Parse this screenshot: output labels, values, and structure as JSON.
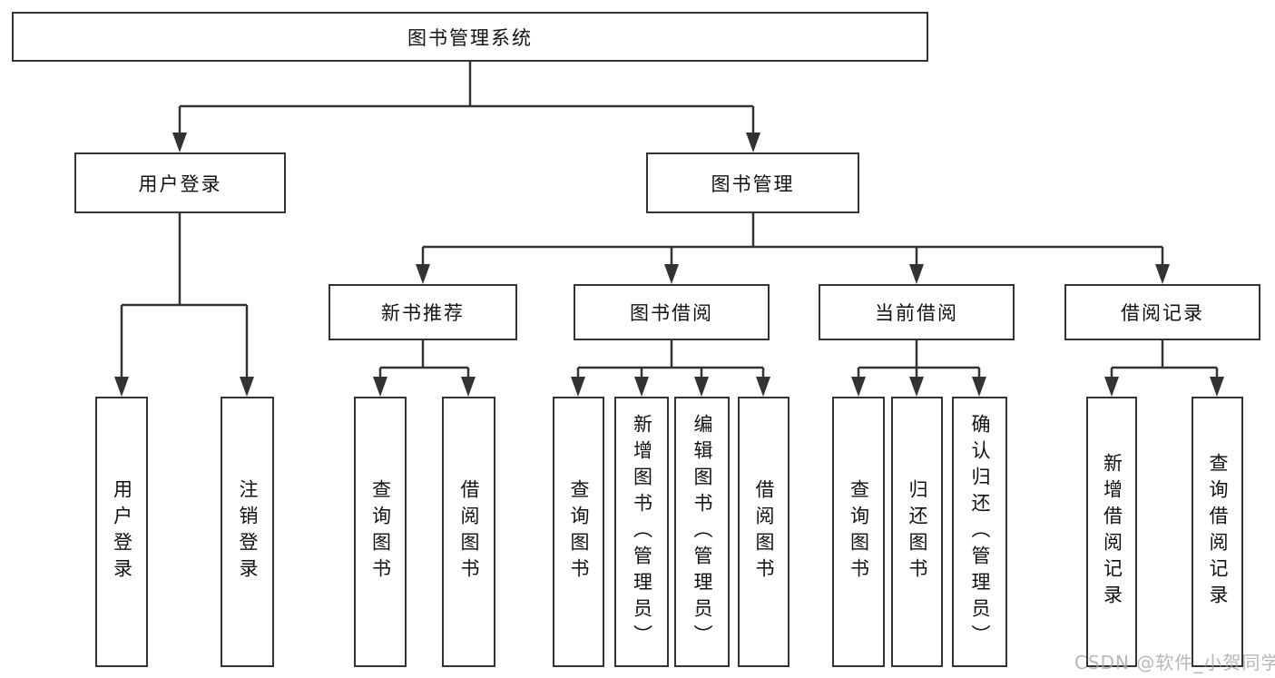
{
  "watermark": "CSDN @软件_小贺同学",
  "nodes": {
    "root": "图书管理系统",
    "login": "用户登录",
    "manage": "图书管理",
    "login_user": "用户登录",
    "login_logout": "注销登录",
    "rec": "新书推荐",
    "borrow": "图书借阅",
    "current": "当前借阅",
    "records": "借阅记录",
    "rec_query": "查询图书",
    "rec_borrow": "借阅图书",
    "borrow_query": "查询图书",
    "borrow_add": "新增图书（管理员）",
    "borrow_edit": "编辑图书（管理员）",
    "borrow_borrow": "借阅图书",
    "current_query": "查询图书",
    "current_return": "归还图书",
    "current_confirm": "确认归还（管理员）",
    "records_add": "新增借阅记录",
    "records_query": "查询借阅记录"
  },
  "tree": {
    "图书管理系统": {
      "用户登录": [
        "用户登录",
        "注销登录"
      ],
      "图书管理": {
        "新书推荐": [
          "查询图书",
          "借阅图书"
        ],
        "图书借阅": [
          "查询图书",
          "新增图书（管理员）",
          "编辑图书（管理员）",
          "借阅图书"
        ],
        "当前借阅": [
          "查询图书",
          "归还图书",
          "确认归还（管理员）"
        ],
        "借阅记录": [
          "新增借阅记录",
          "查询借阅记录"
        ]
      }
    }
  },
  "colors": {
    "line": "#333333",
    "box_fill": "#ffffff",
    "text": "#111111",
    "watermark": "#a5a5a5"
  }
}
